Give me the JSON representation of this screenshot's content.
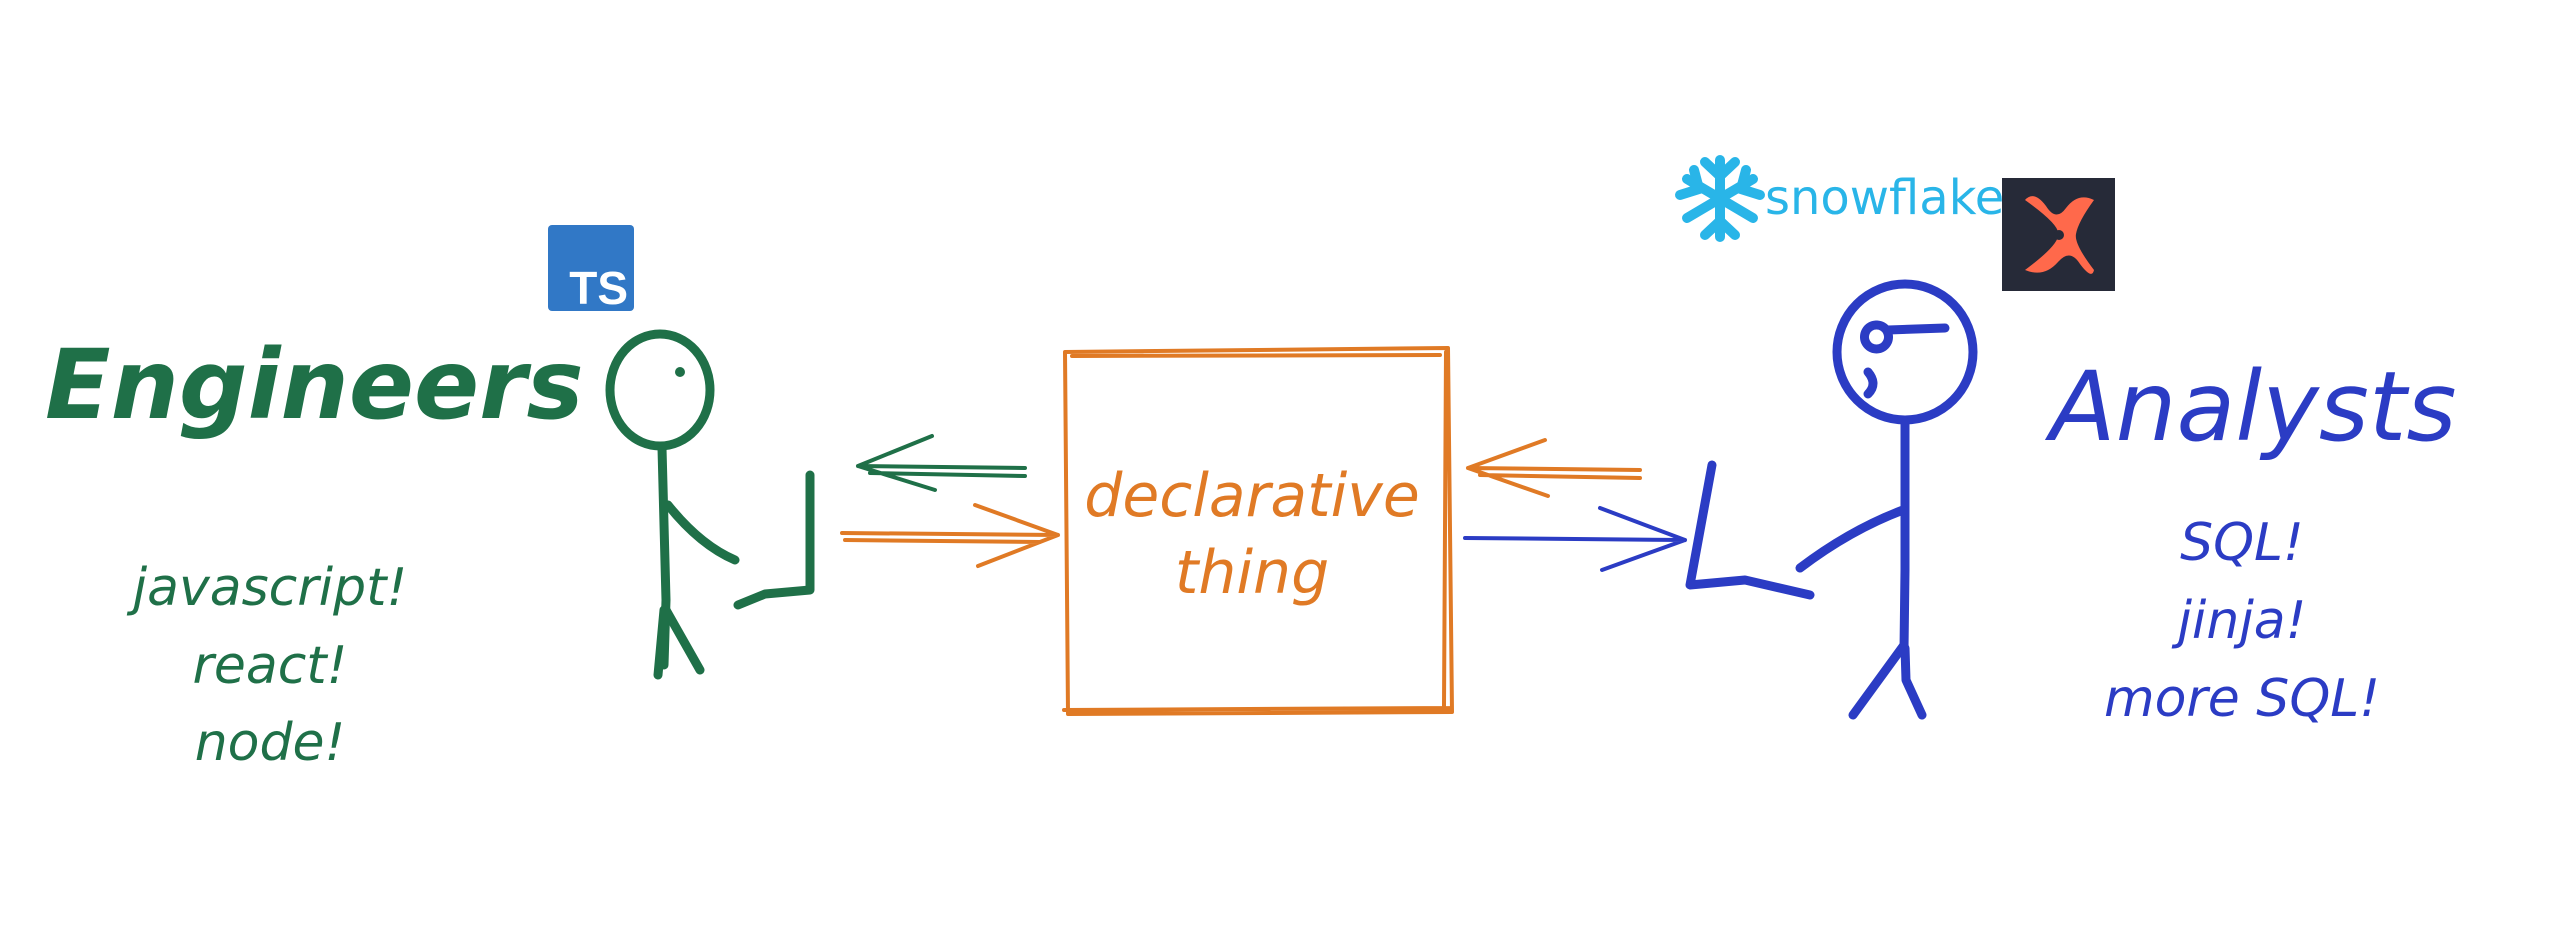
{
  "colors": {
    "engineers": "#1f7048",
    "analysts": "#2b3cc4",
    "box": "#e07a25",
    "typescript_bg": "#3178c6",
    "snowflake": "#29b5e8",
    "dbt_bg": "#262a38",
    "dbt_mark": "#ff694b"
  },
  "engineers": {
    "title": "Engineers",
    "skills": [
      "javascript!",
      "react!",
      "node!"
    ]
  },
  "analysts": {
    "title": "Analysts",
    "skills": [
      "SQL!",
      "jinja!",
      "more SQL!"
    ]
  },
  "center": {
    "line1": "declarative",
    "line2": "thing"
  },
  "logos": {
    "typescript": {
      "text": "TS",
      "icon": "typescript-logo"
    },
    "snowflake": {
      "text": "snowflake",
      "icon": "snowflake-icon"
    },
    "dbt": {
      "icon": "dbt-logo"
    }
  }
}
